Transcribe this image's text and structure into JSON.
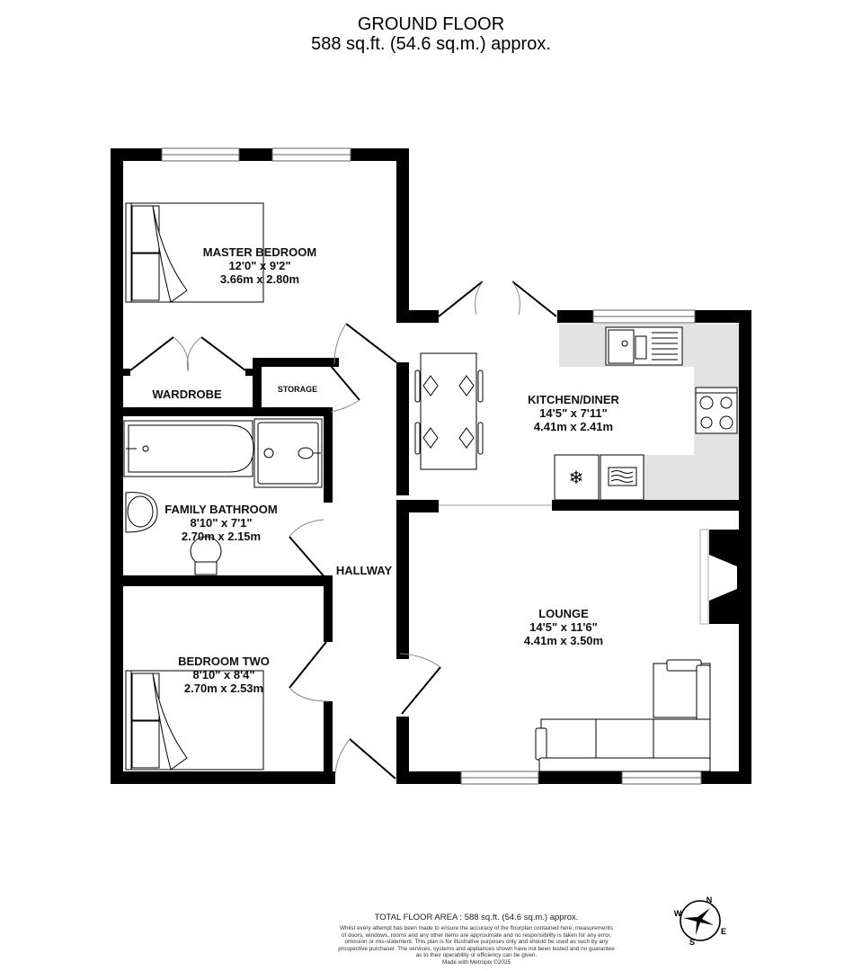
{
  "header": {
    "title": "GROUND FLOOR",
    "area": "588 sq.ft. (54.6 sq.m.) approx."
  },
  "rooms": [
    {
      "name": "MASTER BEDROOM",
      "imperial": "12'0\"  x 9'2\"",
      "metric": "3.66m  x 2.80m"
    },
    {
      "name": "WARDROBE"
    },
    {
      "name": "STORAGE"
    },
    {
      "name": "FAMILY BATHROOM",
      "imperial": "8'10\"  x 7'1\"",
      "metric": "2.70m  x 2.15m"
    },
    {
      "name": "HALLWAY"
    },
    {
      "name": "BEDROOM TWO",
      "imperial": "8'10\"  x 8'4\"",
      "metric": "2.70m  x 2.53m"
    },
    {
      "name": "KITCHEN/DINER",
      "imperial": "14'5\"  x 7'11\"",
      "metric": "4.41m  x 2.41m"
    },
    {
      "name": "LOUNGE",
      "imperial": "14'5\"  x 11'6\"",
      "metric": "4.41m  x 3.50m"
    }
  ],
  "fixtures": {
    "bedroom_furniture": "bed-icon",
    "bathroom": [
      "bath-icon",
      "shower-icon",
      "basin-icon",
      "toilet-icon"
    ],
    "kitchen": [
      "sink-icon",
      "hob-icon",
      "fridge-freezer-icon",
      "oven-icon",
      "dining-table-icon"
    ],
    "lounge": [
      "fireplace-icon",
      "corner-sofa-icon"
    ]
  },
  "colors": {
    "wall": "#000000",
    "worktop": "#e3e3e3",
    "door_arc": "#888888"
  },
  "footer": {
    "total": "TOTAL FLOOR AREA : 588 sq.ft. (54.6 sq.m.) approx.",
    "disclaimer_lines": [
      "Whilst every attempt has been made to ensure the accuracy of the floorplan contained here, measurements",
      "of doors, windows, rooms and any other items are approximate and no responsibility is taken for any error,",
      "omission or mis-statement. This plan is for illustrative purposes only and should be used as such by any",
      "prospective purchaser. The services, systems and appliances shown have not been tested and no guarantee",
      "as to their operability or efficiency can be given."
    ],
    "credit": "Made with Metropix ©2025"
  },
  "compass": {
    "n": "N",
    "e": "E",
    "s": "S",
    "w": "W"
  }
}
